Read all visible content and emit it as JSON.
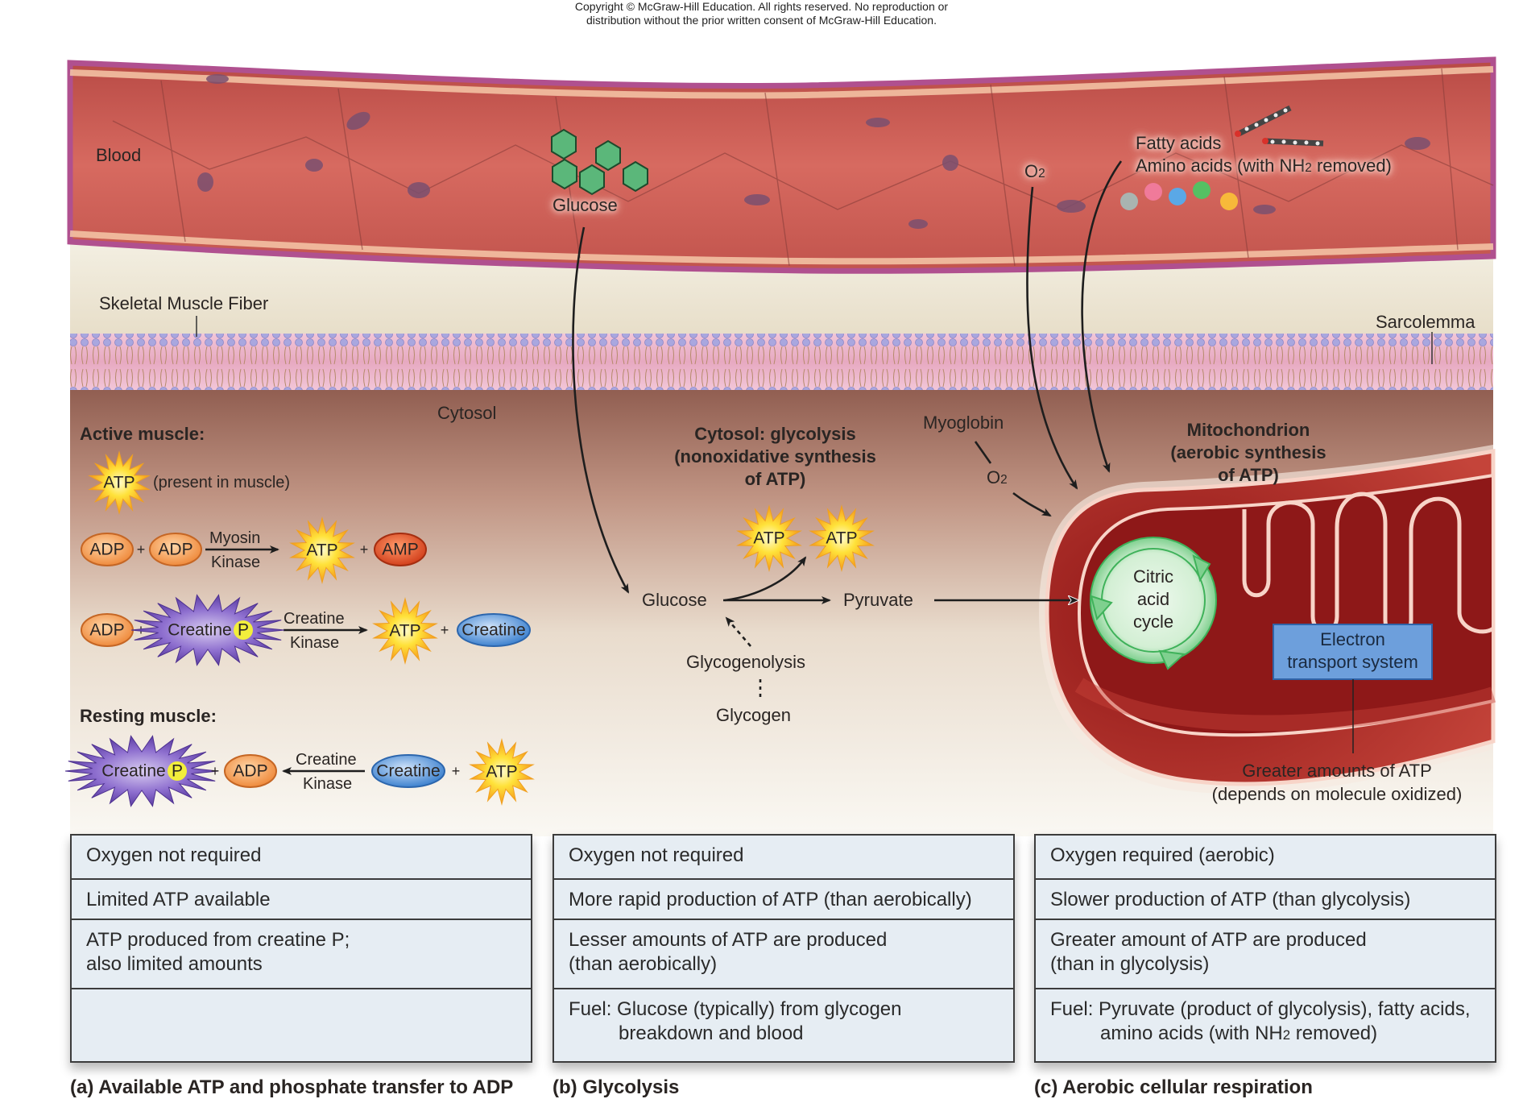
{
  "copyright": {
    "line1": "Copyright © McGraw-Hill Education. All rights reserved. No reproduction or",
    "line2": "distribution without the prior written consent of McGraw-Hill Education."
  },
  "labels": {
    "blood": "Blood",
    "glucose_blood": "Glucose",
    "o2_blood": "O",
    "o2_sub": "2",
    "fatty_acids": "Fatty acids",
    "amino_acids_pre": "Amino acids (with NH",
    "amino_acids_sub": "2",
    "amino_acids_post": " removed)",
    "skeletal_muscle_fiber": "Skeletal Muscle Fiber",
    "sarcolemma": "Sarcolemma",
    "cytosol": "Cytosol",
    "myoglobin": "Myoglobin",
    "o2_cytosol": "O",
    "o2_cytosol_sub": "2"
  },
  "active_muscle": {
    "heading": "Active muscle:",
    "atp_present": "(present in muscle)",
    "reaction1": {
      "reactant1": "ADP",
      "reactant2": "ADP",
      "enzyme_top": "Myosin",
      "enzyme_bottom": "Kinase",
      "product1": "ATP",
      "product2": "AMP"
    },
    "reaction2": {
      "reactant1": "ADP",
      "reactant2": "Creatine",
      "reactant2_p": "P",
      "enzyme_top": "Creatine",
      "enzyme_bottom": "Kinase",
      "product1": "ATP",
      "product2": "Creatine"
    }
  },
  "resting_muscle": {
    "heading": "Resting muscle:",
    "reaction": {
      "product1": "Creatine",
      "product1_p": "P",
      "product2": "ADP",
      "enzyme_top": "Creatine",
      "enzyme_bottom": "Kinase",
      "reactant1": "Creatine",
      "reactant2": "ATP"
    }
  },
  "plus": "+",
  "atp": "ATP",
  "glycolysis": {
    "title_line1": "Cytosol: glycolysis",
    "title_line2": "(nonoxidative synthesis",
    "title_line3": "of ATP)",
    "glucose": "Glucose",
    "pyruvate": "Pyruvate",
    "glycogenolysis": "Glycogenolysis",
    "glycogen": "Glycogen",
    "atp1": "ATP",
    "atp2": "ATP"
  },
  "mitochondrion": {
    "title_line1": "Mitochondrion",
    "title_line2": "(aerobic synthesis",
    "title_line3": "of ATP)",
    "citric_line1": "Citric",
    "citric_line2": "acid",
    "citric_line3": "cycle",
    "ets_line1": "Electron",
    "ets_line2": "transport system",
    "greater_line1": "Greater amounts of ATP",
    "greater_line2": "(depends on molecule oxidized)"
  },
  "tables": {
    "a": {
      "rows": [
        "Oxygen not required",
        "Limited ATP available",
        "ATP produced from creatine P;",
        "also limited amounts",
        ""
      ],
      "caption": "(a) Available ATP and phosphate transfer to ADP"
    },
    "b": {
      "rows": [
        "Oxygen not required",
        "More rapid production of ATP (than aerobically)",
        "Lesser amounts of ATP are produced",
        "(than aerobically)",
        "Fuel: Glucose (typically) from glycogen",
        "breakdown and blood"
      ],
      "caption": "(b) Glycolysis"
    },
    "c": {
      "rows": [
        "Oxygen required (aerobic)",
        "Slower production of ATP (than glycolysis)",
        "Greater amount of ATP are produced",
        "(than in glycolysis)",
        "Fuel: Pyruvate (product of glycolysis), fatty acids,",
        "amino acids (with NH",
        "2",
        " removed)"
      ],
      "caption": "(c) Aerobic cellular respiration"
    }
  },
  "colors": {
    "blood_vessel": "#c9564f",
    "cytosol_top": "#9a6a5c",
    "cytosol_bottom": "#f4efe6",
    "mito": "#a82423",
    "table_bg": "#e6edf3",
    "ets_box": "#6d9fdc",
    "atp_star": "#ffd21f",
    "adp_oval": "#f4a25a",
    "amp_oval": "#e35a2a",
    "creatine_oval": "#5b98d6",
    "creatine_p_star": "#7a5ab8",
    "citric_cycle": "#7fd08f"
  }
}
